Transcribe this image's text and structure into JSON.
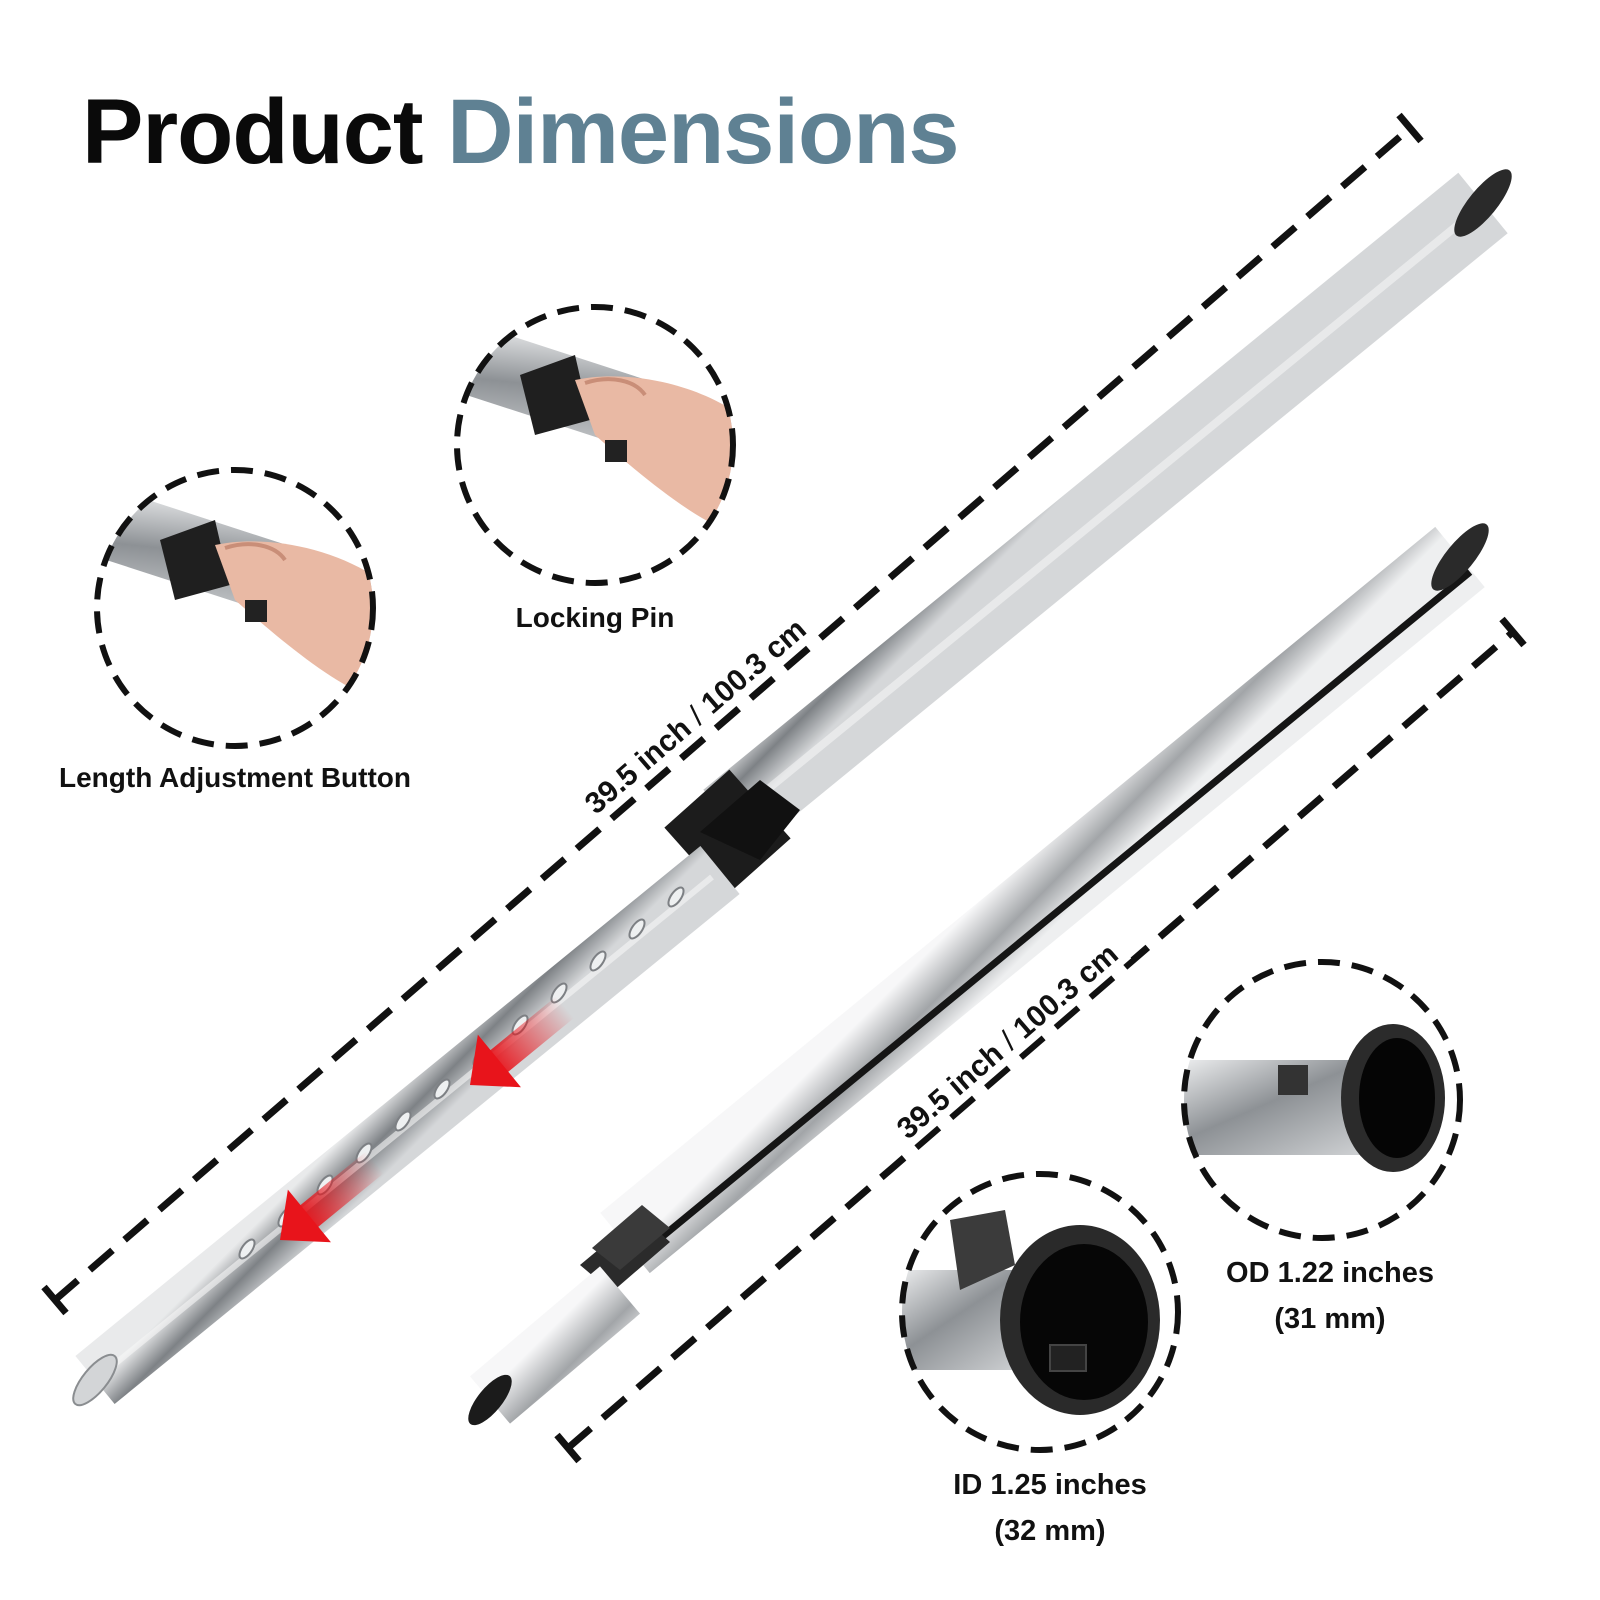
{
  "title": {
    "word1": "Product",
    "word2": "Dimensions",
    "word1_color": "#0a0a0a",
    "word2_color": "#5f8193"
  },
  "callouts": {
    "length_button": "Length Adjustment Button",
    "locking_pin": "Locking Pin"
  },
  "dimensions": {
    "tube1_length": {
      "inch": "39.5 inch",
      "separator": "/",
      "cm": "100.3 cm"
    },
    "tube2_length": {
      "inch": "39.5 inch",
      "separator": "/",
      "cm": "100.3 cm"
    }
  },
  "diameters": {
    "od": {
      "line1": "OD 1.22 inches",
      "line2": "(31 mm)"
    },
    "id": {
      "line1": "ID 1.25 inches",
      "line2": "(32 mm)"
    }
  },
  "colors": {
    "arrow": "#e8141b",
    "dash": "#111111",
    "steel": "#b9bcbf"
  }
}
